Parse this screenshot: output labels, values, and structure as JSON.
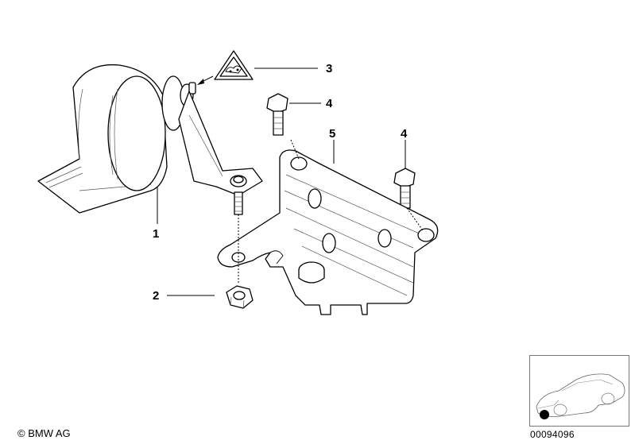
{
  "callouts": [
    {
      "id": "1",
      "label": "1"
    },
    {
      "id": "2",
      "label": "2"
    },
    {
      "id": "3",
      "label": "3"
    },
    {
      "id": "4a",
      "label": "4"
    },
    {
      "id": "4b",
      "label": "4"
    },
    {
      "id": "5",
      "label": "5"
    }
  ],
  "footer": {
    "copyright": "© BMW AG",
    "diagram_number": "00094096"
  },
  "icons": {
    "warning": "warning-triangle-icon",
    "locator": "vehicle-locator-icon"
  }
}
